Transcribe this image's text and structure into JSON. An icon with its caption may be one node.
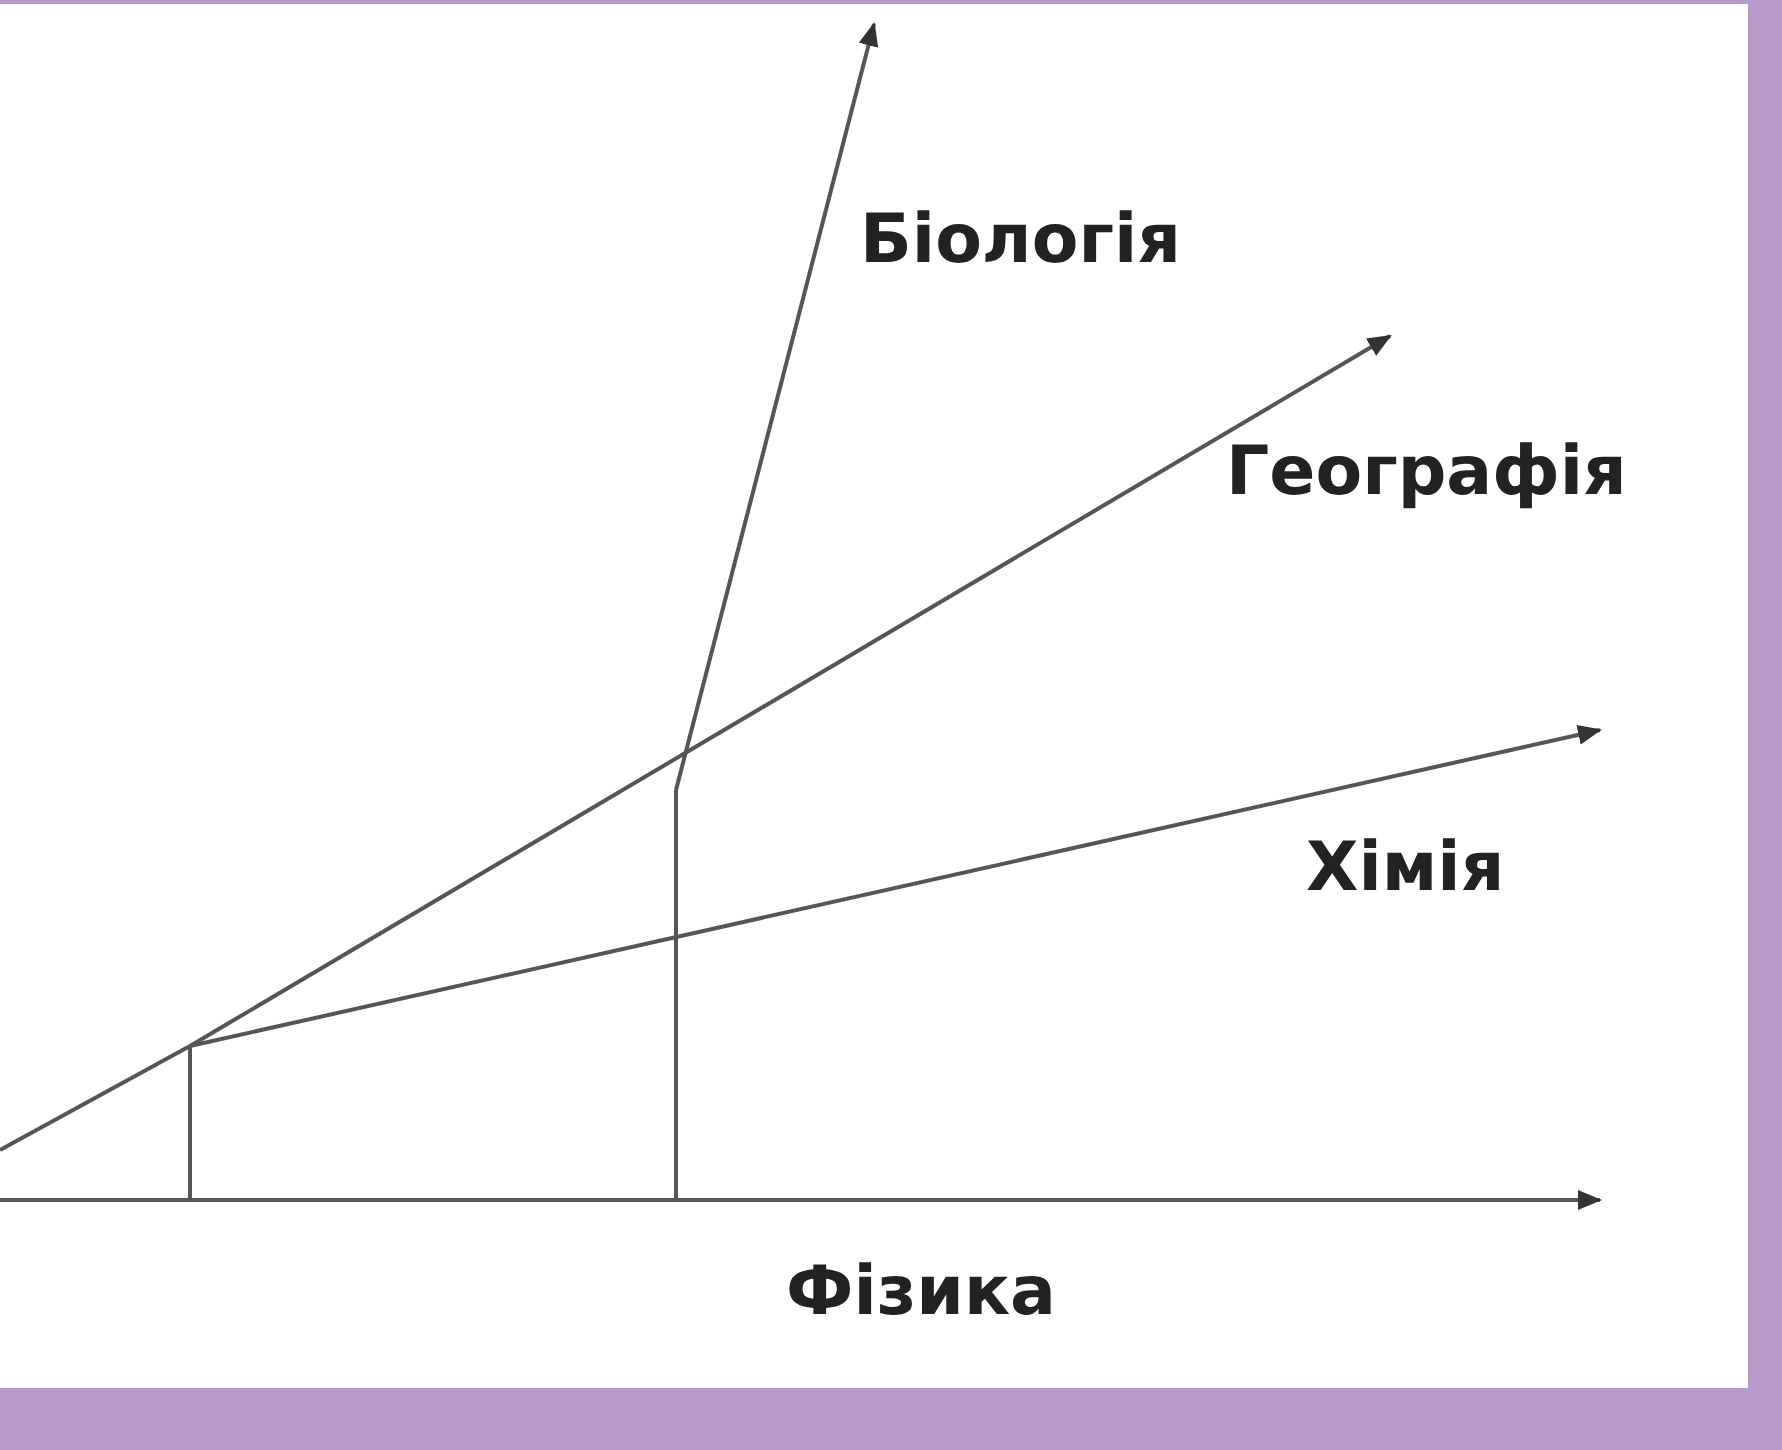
{
  "diagram": {
    "labels": [
      "Біологія",
      "Географія",
      "Хімія",
      "Фізика"
    ]
  }
}
